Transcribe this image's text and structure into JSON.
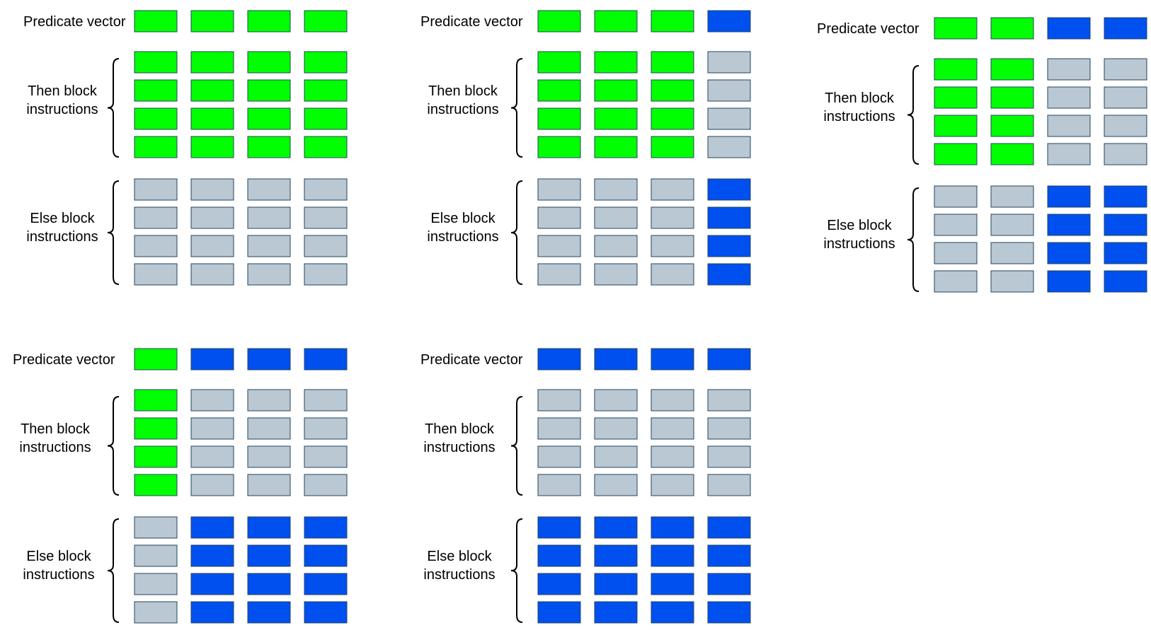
{
  "colors": {
    "active_then": "#00ff00",
    "active_else": "#0050ef",
    "inactive": "#bac8d3",
    "border": "#23445d",
    "bracket": "#000000"
  },
  "icons": {
    "bracket": "curly-brace-icon"
  },
  "panels": [
    {
      "predicate_label": "Predicate vector",
      "then_label": "Then block instructions",
      "else_label": "Else block instructions",
      "predicate": [
        1,
        1,
        1,
        1
      ]
    },
    {
      "predicate_label": "Predicate vector",
      "then_label": "Then block instructions",
      "else_label": "Else block instructions",
      "predicate": [
        1,
        1,
        1,
        0
      ]
    },
    {
      "predicate_label": "Predicate vector",
      "then_label": "Then block instructions",
      "else_label": "Else block instructions",
      "predicate": [
        1,
        1,
        0,
        0
      ]
    },
    {
      "predicate_label": "Predicate vector",
      "then_label": "Then block instructions",
      "else_label": "Else block instructions",
      "predicate": [
        1,
        0,
        0,
        0
      ]
    },
    {
      "predicate_label": "Predicate vector",
      "then_label": "Then block instructions",
      "else_label": "Else block instructions",
      "predicate": [
        0,
        0,
        0,
        0
      ]
    }
  ]
}
